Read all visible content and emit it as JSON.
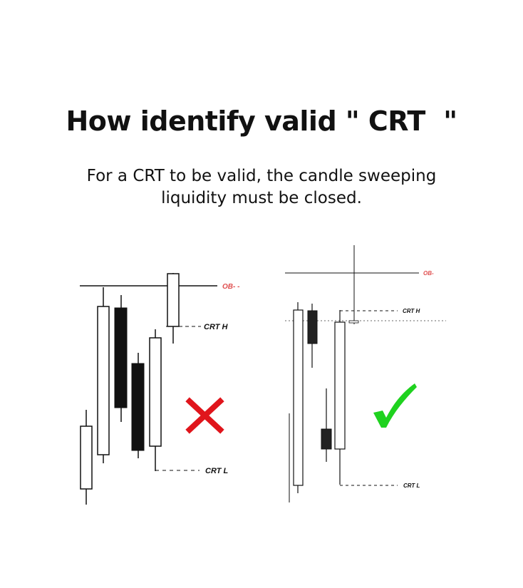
{
  "header": {
    "title": "How identify valid \" CRT  \"",
    "subtitle": "For a CRT to be valid, the candle sweeping liquidity must be closed."
  },
  "invalid_example": {
    "ob_label": "OB- -",
    "crt_high_label": "CRT H",
    "crt_low_label": "CRT L",
    "verdict_icon": "red-x-icon"
  },
  "valid_example": {
    "ob_label": "OB-",
    "crt_high_label": "CRT H",
    "crt_low_label": "CRT L",
    "verdict_icon": "green-check-icon"
  },
  "colors": {
    "ob_label": "#e05050",
    "cross": "#e0151c",
    "check": "#1fd21f",
    "bearish_candle": "#111111",
    "bullish_candle": "#ffffff"
  }
}
